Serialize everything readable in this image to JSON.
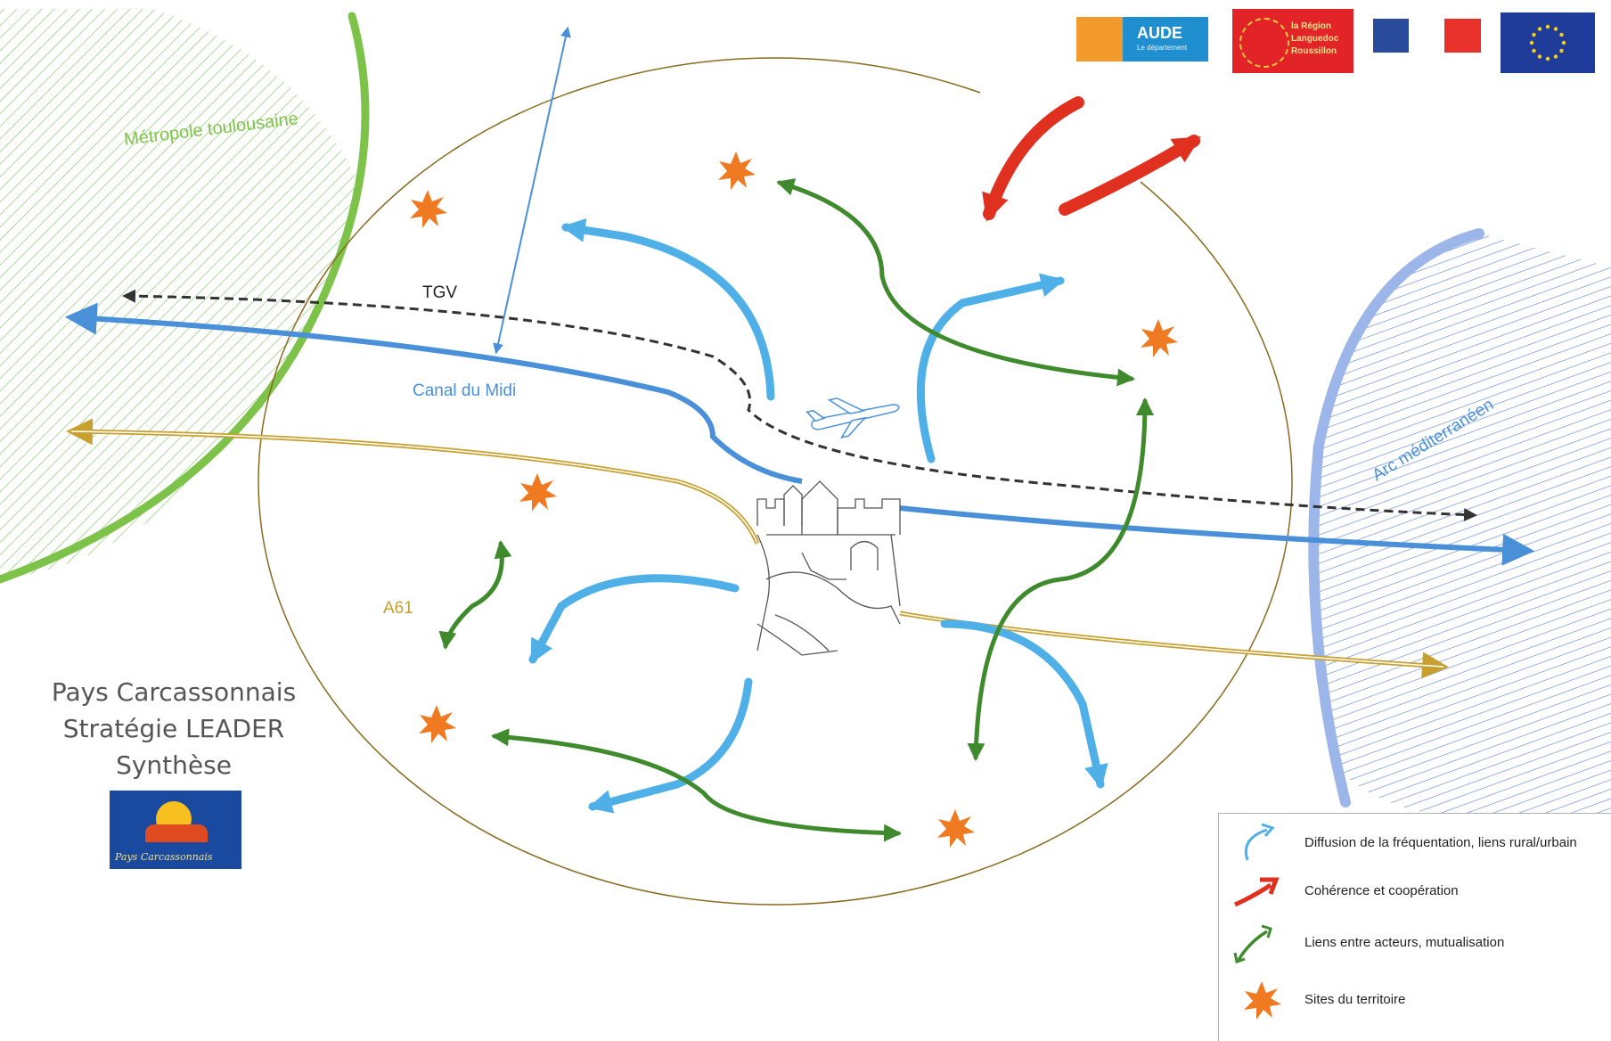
{
  "labels": {
    "metropole": "Métropole toulousaine",
    "arc": "Arc méditerranéen",
    "tgv": "TGV",
    "canal": "Canal du Midi",
    "a61": "A61"
  },
  "title_block": {
    "line1": "Pays Carcassonnais",
    "line2": "Stratégie LEADER",
    "line3": "Synthèse",
    "logo_text": "Pays Carcassonnais"
  },
  "logos": {
    "aude": "AUDE",
    "aude_sub": "Le département",
    "region_line1": "la Région",
    "region_line2": "Languedoc",
    "region_line3": "Roussillon"
  },
  "legend": [
    {
      "icon": "blue-curved-arrow-icon",
      "label": "Diffusion de la fréquentation, liens rural/urbain"
    },
    {
      "icon": "red-arrow-icon",
      "label": "Cohérence et coopération"
    },
    {
      "icon": "green-curved-arrow-icon",
      "label": "Liens entre acteurs, mutualisation"
    },
    {
      "icon": "orange-star-icon",
      "label": "Sites du territoire"
    }
  ],
  "colors": {
    "blue": "#4a90d9",
    "light_blue": "#4fb0e8",
    "green": "#3f8a2c",
    "red": "#e03020",
    "orange": "#f07a22",
    "gold": "#c8a030",
    "metropole_green": "#7dc34a",
    "arc_blue": "#9db6ea"
  }
}
